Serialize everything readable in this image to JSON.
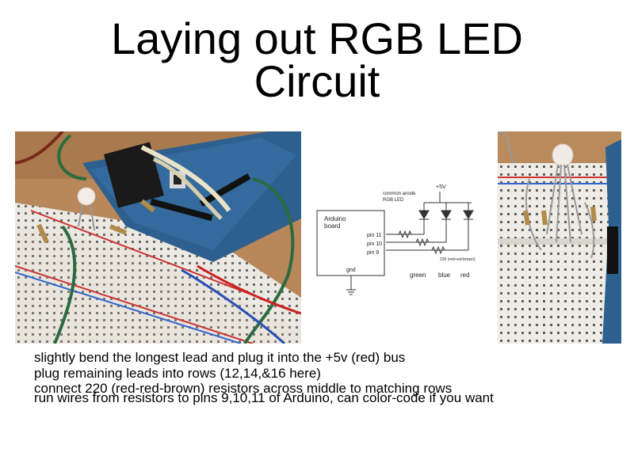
{
  "slide": {
    "title_line1": "Laying out RGB LED",
    "title_line2": "Circuit",
    "bullets": [
      "slightly bend the longest lead and plug it into the +5v (red) bus",
      "plug remaining leads into rows (12,14,&16 here)",
      "connect 220 (red-red-brown) resistors across middle to matching rows",
      "run wires from resistors to pins 9,10,11 of Arduino, can color-code if you want"
    ]
  },
  "schematic": {
    "supply_label": "+5V",
    "led_label_line1": "common anode",
    "led_label_line2": "RGB LED",
    "board_label_line1": "Arduino",
    "board_label_line2": "board",
    "pins": [
      "pin 11",
      "pin 10",
      "pin 9"
    ],
    "ground_label": "gnd",
    "resistor_note": "220 (red-red-brown)",
    "channel_labels": [
      "green",
      "blue",
      "red"
    ]
  }
}
